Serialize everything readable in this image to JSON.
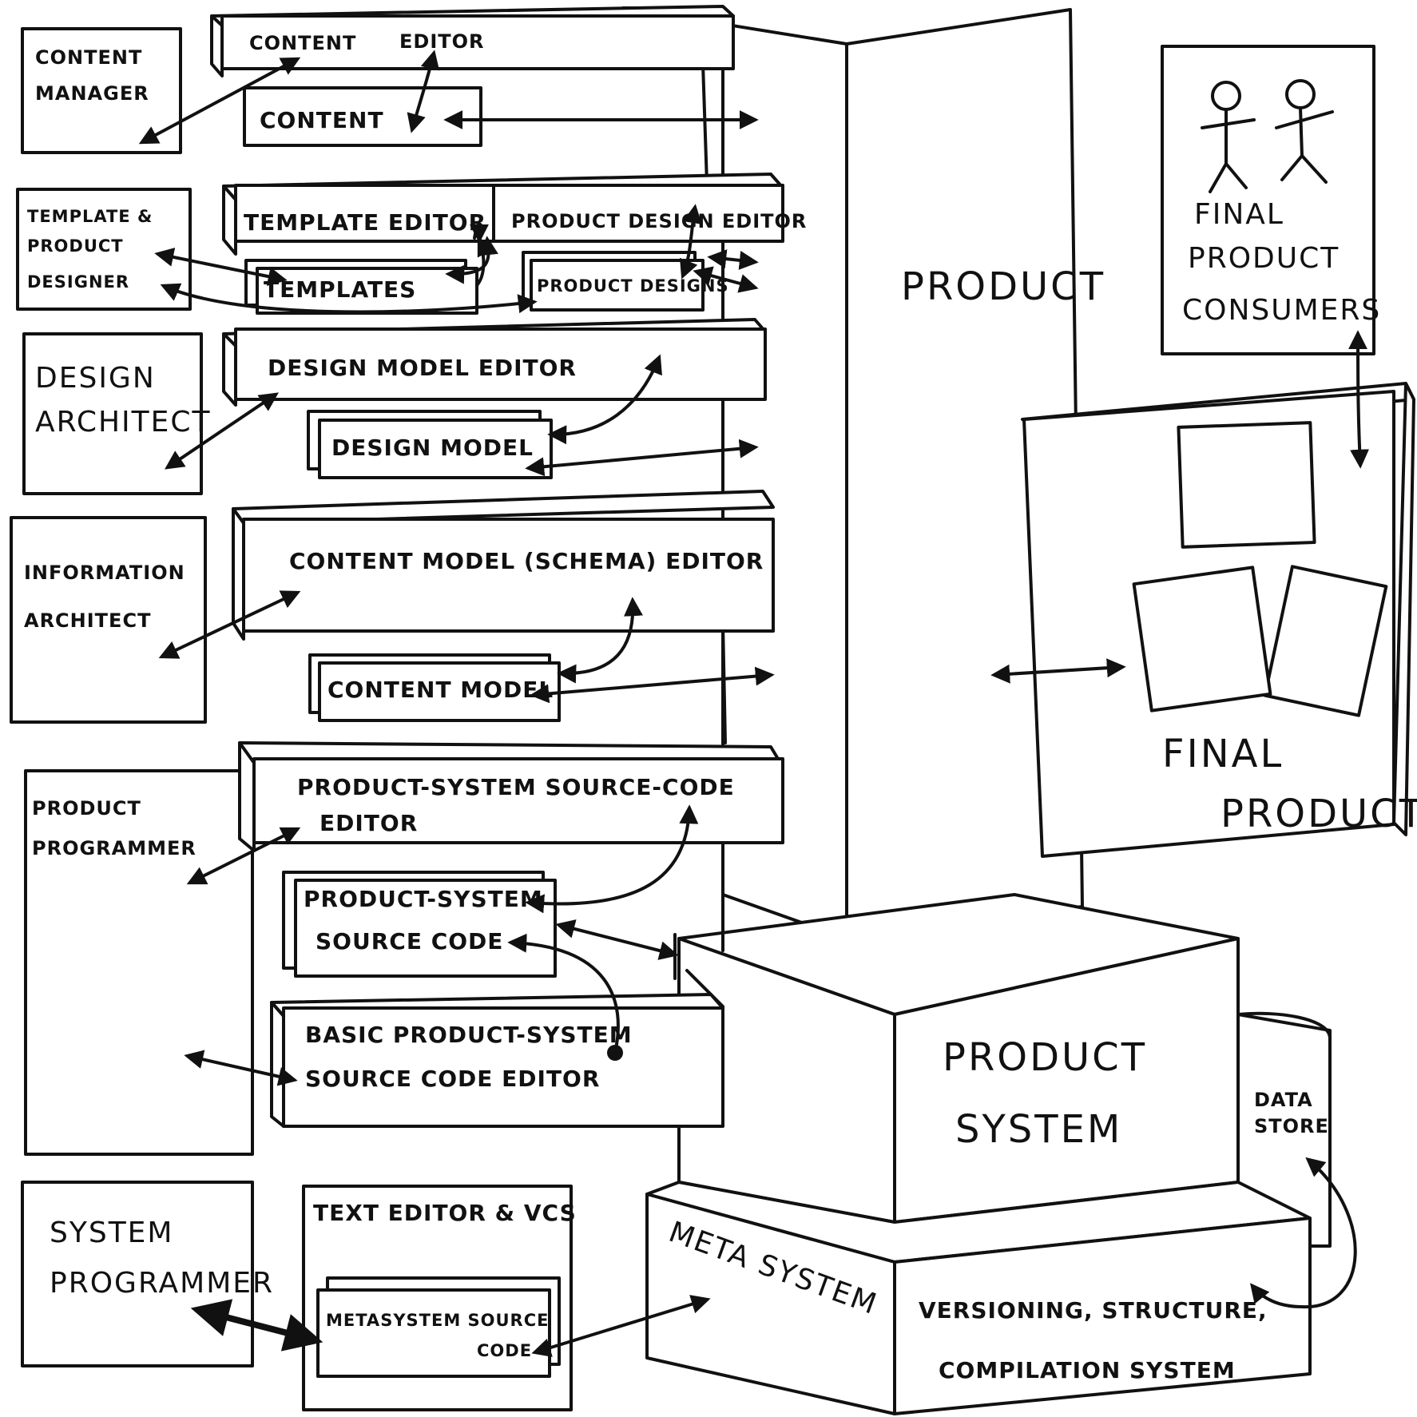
{
  "roles": {
    "content_manager": [
      "CONTENT",
      "MANAGER"
    ],
    "template_designer": [
      "TEMPLATE &",
      "PRODUCT",
      "DESIGNER"
    ],
    "design_architect": [
      "DESIGN",
      "ARCHITECT"
    ],
    "information_architect": [
      "INFORMATION",
      "ARCHITECT"
    ],
    "product_programmer": [
      "PRODUCT",
      "PROGRAMMER"
    ],
    "system_programmer": [
      "SYSTEM",
      "PROGRAMMER"
    ],
    "consumers": [
      "FINAL",
      "PRODUCT",
      "CONSUMERS"
    ]
  },
  "editors": {
    "content_editor": [
      "CONTENT",
      "EDITOR"
    ],
    "template_editor": "TEMPLATE EDITOR",
    "product_design_editor": "PRODUCT DESIGN EDITOR",
    "design_model_editor": "DESIGN MODEL EDITOR",
    "content_model_editor": "CONTENT MODEL (SCHEMA) EDITOR",
    "source_code_editor": [
      "PRODUCT-SYSTEM SOURCE-CODE",
      "EDITOR"
    ],
    "basic_editor": [
      "BASIC PRODUCT-SYSTEM",
      "SOURCE CODE EDITOR"
    ],
    "text_editor": "TEXT EDITOR & VCS"
  },
  "artifacts": {
    "content": "CONTENT",
    "templates": "TEMPLATES",
    "product_designs": "PRODUCT DESIGNS",
    "design_model": "DESIGN MODEL",
    "content_model": "CONTENT MODEL",
    "source_code": [
      "PRODUCT-SYSTEM",
      "SOURCE CODE"
    ],
    "metasystem_source": [
      "METASYSTEM SOURCE",
      "CODE"
    ]
  },
  "structures": {
    "product": "PRODUCT",
    "final_product": [
      "FINAL",
      "PRODUCT"
    ],
    "product_system": [
      "PRODUCT",
      "SYSTEM"
    ],
    "meta_system": "META SYSTEM",
    "versioning": [
      "VERSIONING, STRUCTURE,",
      "COMPILATION SYSTEM"
    ],
    "data_store": [
      "DATA",
      "STORE"
    ]
  }
}
